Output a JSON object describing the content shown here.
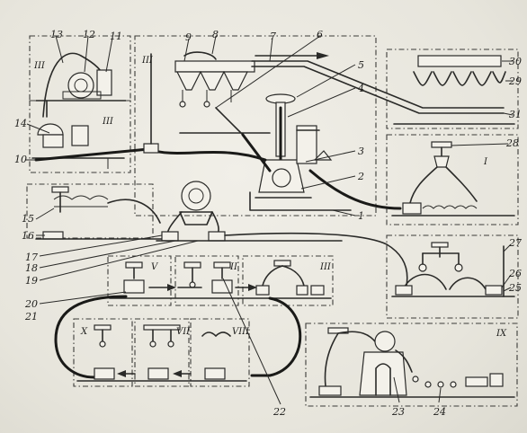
{
  "labels": {
    "l1": "1",
    "l2": "2",
    "l3": "3",
    "l4": "4",
    "l5": "5",
    "l6": "6",
    "l7": "7",
    "l8": "8",
    "l9": "9",
    "l10": "10",
    "l11": "11",
    "l12": "12",
    "l13": "13",
    "l14": "14",
    "l15": "15",
    "l16": "16",
    "l17": "17",
    "l18": "18",
    "l19": "19",
    "l20": "20",
    "l21": "21",
    "l22": "22",
    "l23": "23",
    "l24": "24",
    "l25": "25",
    "l26": "26",
    "l27": "27",
    "l28": "28",
    "l29": "29",
    "l30": "30",
    "l31": "31"
  },
  "sections": {
    "r1": "III",
    "r2": "III",
    "r3": "III",
    "r4": "I",
    "r5": "V",
    "r6": "II",
    "r7": "III",
    "r8": "X",
    "r9": "VII",
    "r10": "VIII",
    "r11": "IX"
  }
}
